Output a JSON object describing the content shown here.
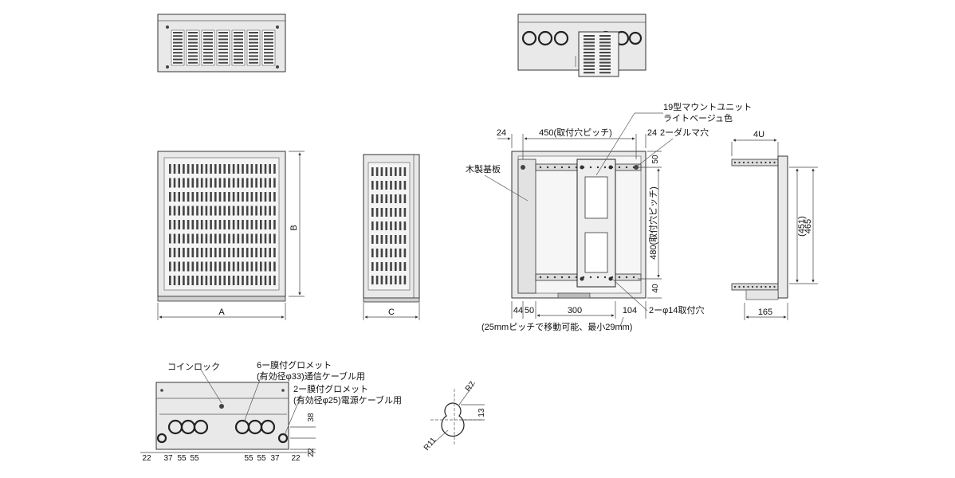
{
  "labels": {
    "dim_A": "A",
    "dim_B": "B",
    "dim_C": "C",
    "dim_24_left": "24",
    "dim_450": "450(取付穴ピッチ)",
    "dim_24_right": "24",
    "daruma": "2ーダルマ穴",
    "mount_unit_line1": "19型マウントユニット",
    "mount_unit_line2": "ライトベージュ色",
    "wood_base": "木製基板",
    "dim_50": "50",
    "dim_480": "480(取付穴ピッチ)",
    "dim_40": "40",
    "dim_44": "44",
    "dim_50b": "50",
    "dim_300": "300",
    "dim_104": "104",
    "hole_14": "2ーφ14取付穴",
    "pitch_note": "(25mmピッチで移動可能、最小29mm)",
    "dim_4U": "4U",
    "dim_451": "(451)",
    "dim_465": "465",
    "dim_165": "165",
    "coin_lock": "コインロック",
    "grommet6_line1": "6ー膜付グロメット",
    "grommet6_line2": "(有効径φ33)通信ケーブル用",
    "grommet2_line1": "2ー膜付グロメット",
    "grommet2_line2": "(有効径φ25)電源ケーブル用",
    "b_22a": "22",
    "b_37a": "37",
    "b_55a": "55",
    "b_55b": "55",
    "b_55c": "55",
    "b_55d": "55",
    "b_37b": "37",
    "b_22b": "22",
    "b_38": "38",
    "b_22v": "22",
    "r7": "R7",
    "r11": "R11",
    "d13": "13"
  },
  "icons": {
    "vent": "vent-slots",
    "grommet": "grommet-hole",
    "keyhole": "keyhole-slot"
  }
}
